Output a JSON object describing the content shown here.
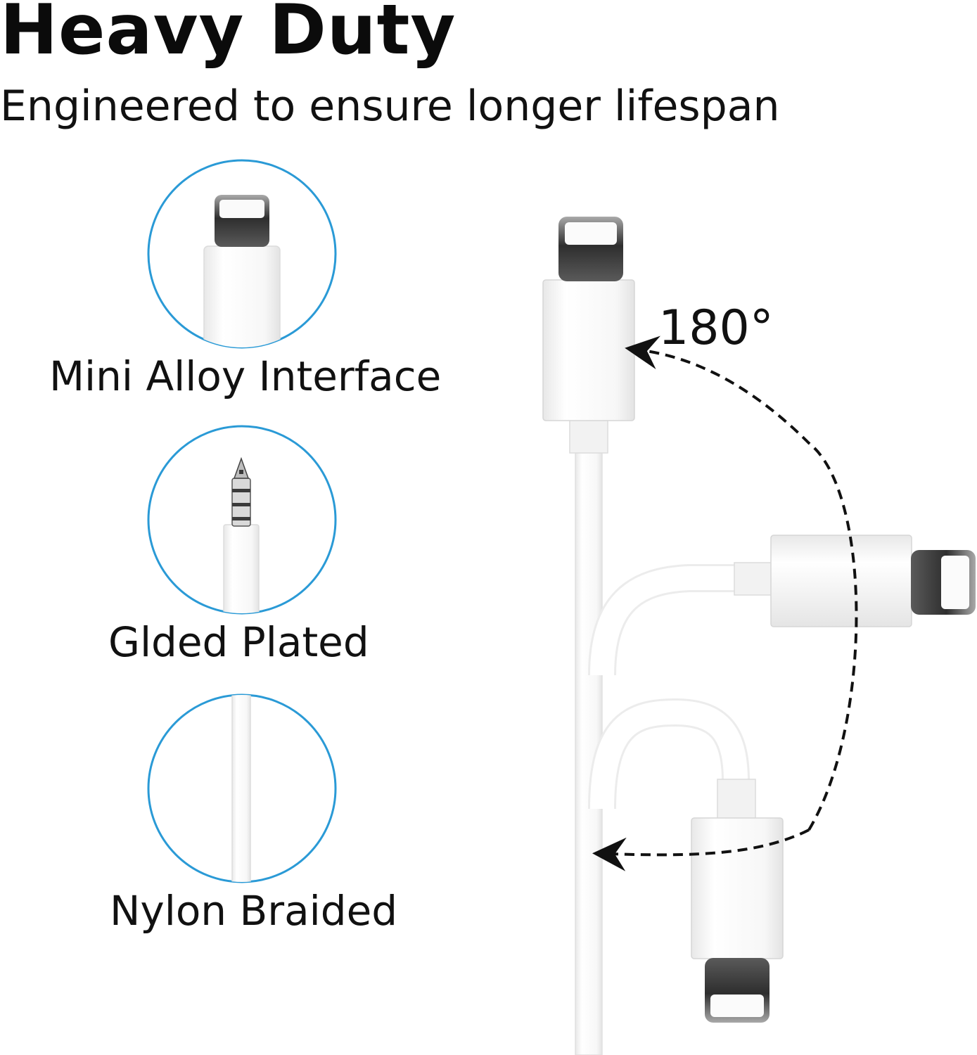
{
  "header": {
    "title": "Heavy Duty",
    "subtitle": "Engineered to ensure longer lifespan"
  },
  "features": [
    {
      "label": "Mini Alloy Interface",
      "icon": "lightning-connector-icon"
    },
    {
      "label": "Glded Plated",
      "icon": "audio-jack-icon"
    },
    {
      "label": "Nylon Braided",
      "icon": "cable-strand-icon"
    }
  ],
  "illustration": {
    "angle_label": "180°",
    "icon": "bending-cable-illustration"
  },
  "colors": {
    "circle_ring": "#2a9ad6",
    "connector_body": "#f4f4f4",
    "metal_dark": "#3e3e3e",
    "arrow": "#111111"
  }
}
